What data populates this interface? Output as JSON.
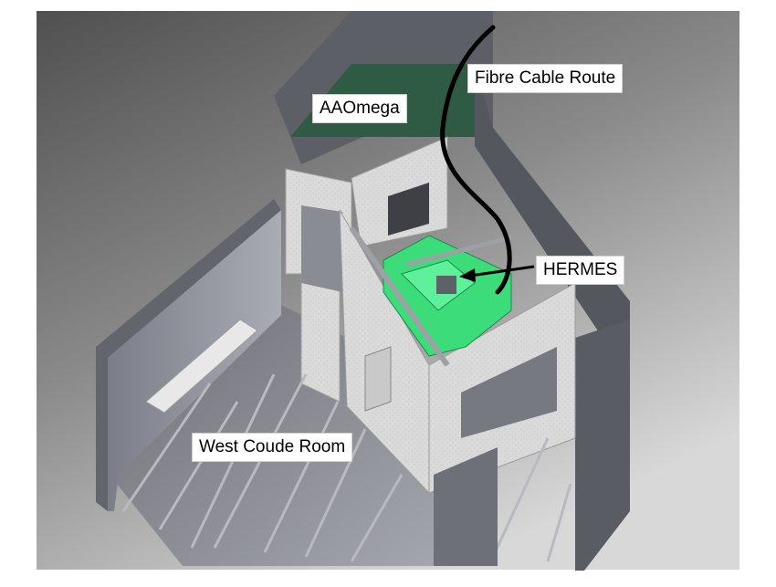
{
  "labels": {
    "fibre_cable_route": "Fibre Cable Route",
    "aaomega": "AAOmega",
    "hermes": "HERMES",
    "west_coude_room": "West Coude Room"
  },
  "colors": {
    "background_top": "#5a5a5a",
    "background_bottom": "#d4d4d4",
    "wall_light": "#d9d9d9",
    "wall_dark": "#7d7f86",
    "instrument_green": "#39e07a",
    "cable": "#000000",
    "label_bg": "#ffffff"
  }
}
